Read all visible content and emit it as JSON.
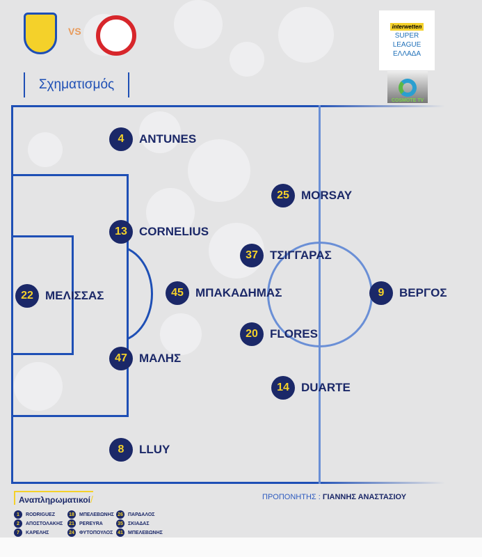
{
  "header": {
    "vs": "VS",
    "title": "Σχηματισμός",
    "league_logo_text": [
      "interwetten",
      "SUPER",
      "LEAGUE",
      "ΕΛΛΑΔΑ"
    ],
    "tv_logo_text": "COSMOTE TV"
  },
  "colors": {
    "navy": "#1b2868",
    "yellow": "#f4d12a",
    "line": "#1e4fb5"
  },
  "players": [
    {
      "number": "4",
      "name": "ANTUNES"
    },
    {
      "number": "13",
      "name": "CORNELIUS"
    },
    {
      "number": "47",
      "name": "ΜΑΛΗΣ"
    },
    {
      "number": "8",
      "name": "LLUY"
    },
    {
      "number": "22",
      "name": "ΜΕΛΙΣΣΑΣ"
    },
    {
      "number": "45",
      "name": "ΜΠΑΚΑΔΗΜΑΣ"
    },
    {
      "number": "25",
      "name": "MORSAY"
    },
    {
      "number": "37",
      "name": "ΤΣΙΓΓΑΡΑΣ"
    },
    {
      "number": "20",
      "name": "FLORES"
    },
    {
      "number": "14",
      "name": "DUARTE"
    },
    {
      "number": "9",
      "name": "ΒΕΡΓΟΣ"
    }
  ],
  "substitutes": {
    "title": "Αναπληρωματικοί",
    "list": [
      {
        "number": "1",
        "name": "RODRIGUEZ"
      },
      {
        "number": "2",
        "name": "ΑΠΟΣΤΟΛΑΚΗΣ"
      },
      {
        "number": "7",
        "name": "ΚΑΡΕΛΗΣ"
      },
      {
        "number": "18",
        "name": "ΜΠΕΛΕΒΩΝΗΣ"
      },
      {
        "number": "21",
        "name": "PEREYRA"
      },
      {
        "number": "24",
        "name": "ΦΥΤΟΠΟΥΛΟΣ"
      },
      {
        "number": "26",
        "name": "ΠΑΡΔΑΛΟΣ"
      },
      {
        "number": "35",
        "name": "ΣΚΙΑΔΑΣ"
      },
      {
        "number": "41",
        "name": "ΜΠΕΛΕΒΩΝΗΣ"
      }
    ]
  },
  "coach": {
    "label": "ΠΡΟΠΟΝΗΤΗΣ :",
    "name": "ΓΙΑΝΝΗΣ ΑΝΑΣΤΑΣΙΟΥ"
  }
}
